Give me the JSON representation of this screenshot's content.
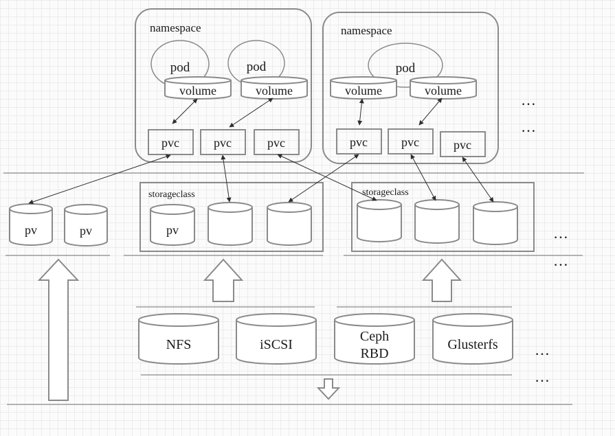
{
  "namespaces": [
    {
      "label": "namespace",
      "pods": [
        "pod",
        "pod"
      ],
      "volumes": [
        "volume",
        "volume"
      ],
      "pvcs": [
        "pvc",
        "pvc",
        "pvc"
      ]
    },
    {
      "label": "namespace",
      "pods": [
        "pod"
      ],
      "volumes": [
        "volume",
        "volume"
      ],
      "pvcs": [
        "pvc",
        "pvc",
        "pvc"
      ]
    }
  ],
  "static_pvs": [
    "pv",
    "pv"
  ],
  "storageclasses": [
    {
      "label": "storageclass",
      "volumes": [
        "pv",
        "",
        ""
      ]
    },
    {
      "label": "storageclass",
      "volumes": [
        "",
        "",
        ""
      ]
    }
  ],
  "backends": [
    "NFS",
    "iSCSI",
    "Ceph",
    "RBD",
    "Glusterfs"
  ],
  "ellipsis": "…"
}
